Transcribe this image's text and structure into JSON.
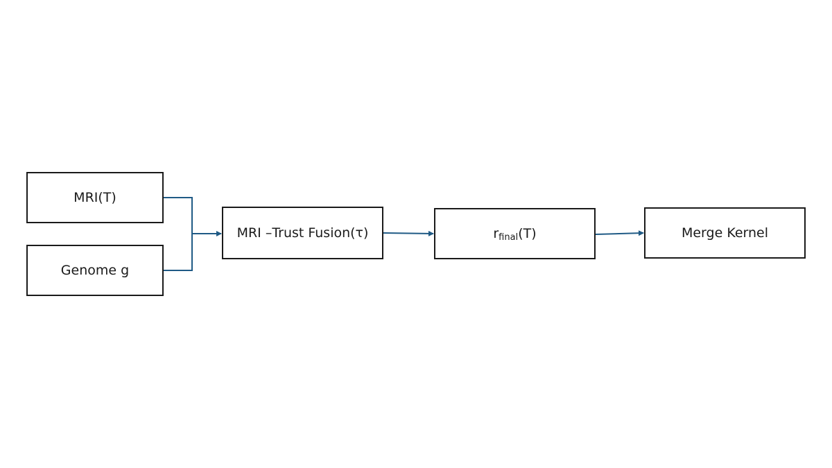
{
  "diagram": {
    "edge_color": "#1f5a85",
    "border_color": "#1a1a1a",
    "nodes": {
      "mri": {
        "label": "MRI(T)"
      },
      "genome": {
        "label": "Genome g"
      },
      "fusion": {
        "label": "MRI –Trust Fusion(τ)"
      },
      "rfinal": {
        "base": "r",
        "subscript": "final",
        "suffix": "(T)"
      },
      "merge": {
        "label": "Merge Kernel"
      }
    },
    "edges": [
      {
        "from": "mri",
        "to": "fusion"
      },
      {
        "from": "genome",
        "to": "fusion"
      },
      {
        "from": "fusion",
        "to": "rfinal"
      },
      {
        "from": "rfinal",
        "to": "merge"
      }
    ]
  }
}
